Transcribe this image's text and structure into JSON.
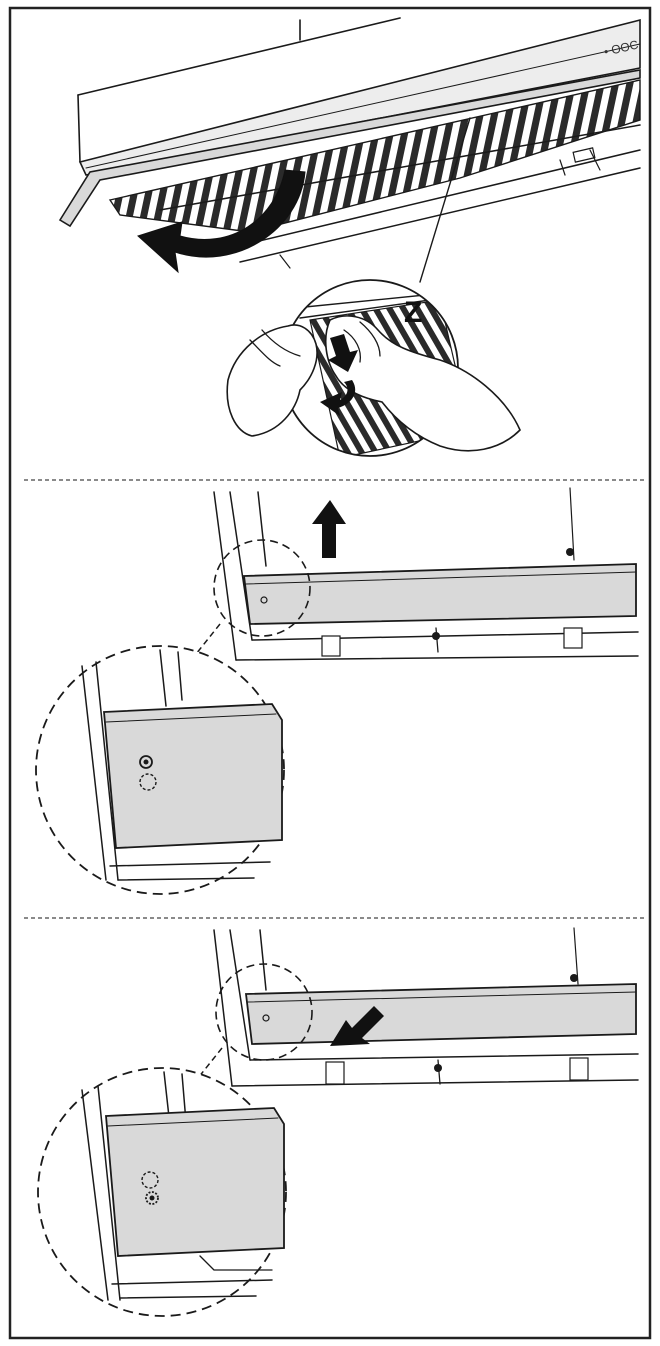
{
  "figure": {
    "step1_zoom_label": "Z",
    "colors": {
      "ink": "#1a1a1a",
      "panel_fill": "#d9d9d9",
      "frame_fill": "#ffffff",
      "arrow_fill": "#111111",
      "separator": "#444444"
    },
    "panels": [
      {
        "name": "step-remove-grease-filter"
      },
      {
        "name": "step-lift-front-panel"
      },
      {
        "name": "step-pull-front-panel-out"
      }
    ]
  }
}
